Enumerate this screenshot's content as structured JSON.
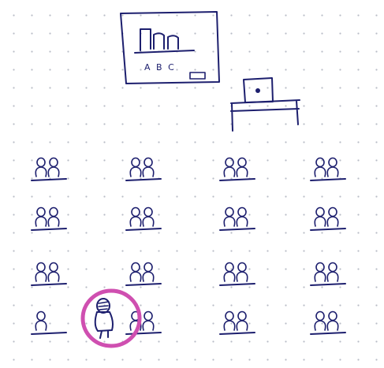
{
  "board": {
    "letters": "A B C"
  },
  "colors": {
    "ink": "#1d1f6e",
    "highlight": "#cf4fb0",
    "dots": "#b9bcc7"
  },
  "classroom": {
    "rows": 4,
    "desks_per_row": 4,
    "students_per_desk": 2,
    "highlighted": {
      "row": 4,
      "desk": 1,
      "student": 2
    }
  }
}
